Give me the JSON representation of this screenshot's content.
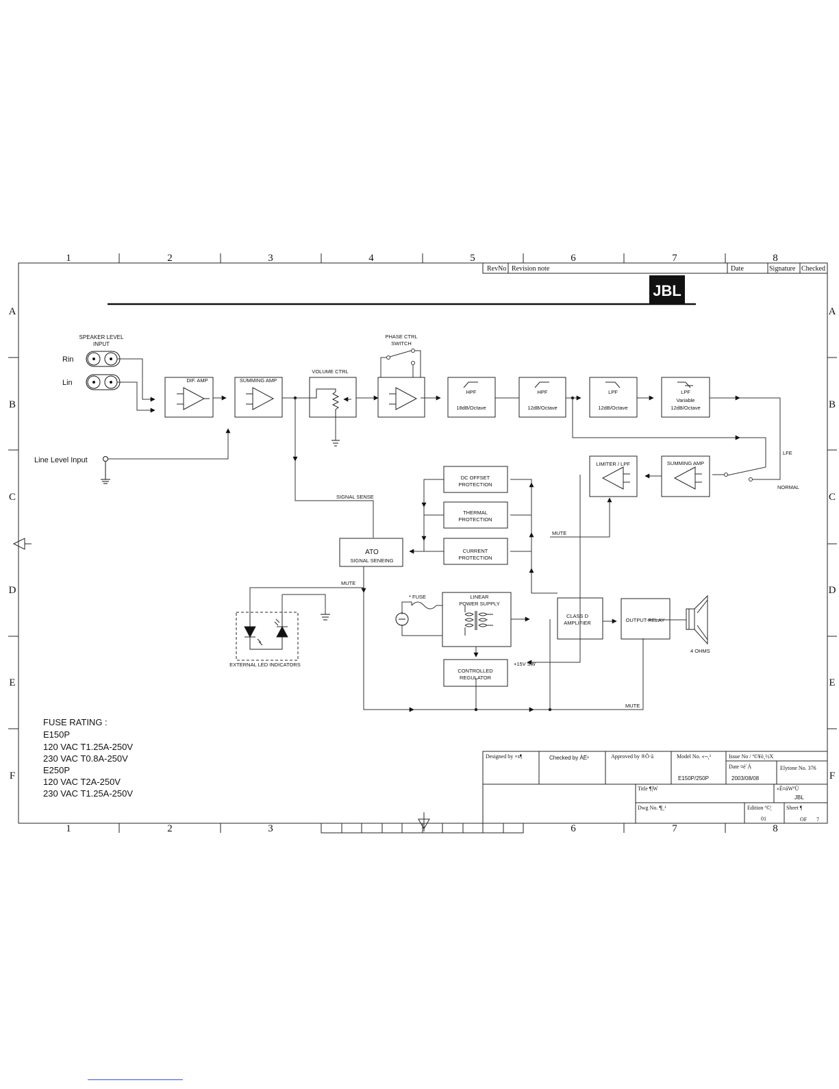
{
  "grid": {
    "columns": [
      "1",
      "2",
      "3",
      "4",
      "5",
      "6",
      "7",
      "8"
    ],
    "rows": [
      "A",
      "B",
      "C",
      "D",
      "E",
      "F"
    ]
  },
  "revision_header": {
    "rev_no": "RevNo",
    "revision_note": "Revision note",
    "date": "Date",
    "signature": "Signature",
    "checked": "Checked"
  },
  "logo": {
    "text": "JBL"
  },
  "inputs": {
    "speaker_level": [
      "SPEAKER LEVEL",
      "INPUT"
    ],
    "rin": "Rin",
    "lin": "Lin",
    "line_level": "Line Level Input"
  },
  "blocks": {
    "dif_amp": "DIF. AMP",
    "summing_amp_1": "SUMMING AMP",
    "volume_ctrl": "VOLUME CTRL",
    "phase_ctrl": [
      "PHASE CTRL",
      "SWITCH"
    ],
    "hpf_1": {
      "title": "HPF",
      "sub": "18dB/Octave"
    },
    "hpf_2": {
      "title": "HPF",
      "sub": "12dB/Octave"
    },
    "lpf_1": {
      "title": "LPF",
      "sub": "12dB/Octave"
    },
    "lpf_2": {
      "title": "LPF",
      "sub1": "Variable",
      "sub2": "12dB/Octave"
    },
    "limiter_lpf": "LIMITER / LPF",
    "summing_amp_2": "SUMMING AMP",
    "dc_offset": [
      "DC OFFSET",
      "PROTECTION"
    ],
    "thermal": [
      "THERMAL",
      "PROTECTION"
    ],
    "current": [
      "CURRENT",
      "PROTECTION"
    ],
    "ato": {
      "title": "ATO",
      "sub": "SIGNAL SENEING"
    },
    "linear_ps": [
      "LINEAR",
      "POWER SUPPLY"
    ],
    "class_d": [
      "CLASS D",
      "AMPLIFIER"
    ],
    "output_relay": "OUTPUT-RELAY",
    "regulator": [
      "CONTROLLED",
      "REGULATOR"
    ],
    "led_indicators": "EXTERNAL LED INDICATORS"
  },
  "labels": {
    "lfe": "LFE",
    "normal": "NORMAL",
    "signal_sense": "SIGNAL SENSE",
    "mute_1": "MUTE",
    "mute_2": "MUTE",
    "mute_3": "MUTE",
    "fuse": "* FUSE",
    "plus15": "+15V SW",
    "ohms": "4 OHMS"
  },
  "fuse_rating": [
    "FUSE RATING :",
    "E150P",
    "120 VAC T1.25A-250V",
    "230 VAC T0.8A-250V",
    "E250P",
    "120 VAC T2A-250V",
    "230 VAC T1.25A-250V"
  ],
  "title_block": {
    "designed_by": "Designed by ×s¶",
    "checked_by": "Checked by ÀË¹",
    "approved_by": "Approved by ®Ö·ã",
    "model_label": "Model No. «¬¸¹",
    "model_value": "E150P/250P",
    "issue_label": "Issue No / ª©¥ó¸½X",
    "date_label": "Date ¤é´Á",
    "date_value": "2003/08/08",
    "elytone": "Elytone No. 376",
    "customer_label": "«È¤áWºÙ",
    "customer_value": "JBL",
    "title_label": "Title ¶|W",
    "dwg_label": "Dwg  No. ¶|¸¹",
    "edition_label": "Edition ª©¦",
    "edition_value": "01",
    "sheet_label": "Sheet  ­¶",
    "sheet_of": "OF",
    "sheet_total": "7"
  }
}
